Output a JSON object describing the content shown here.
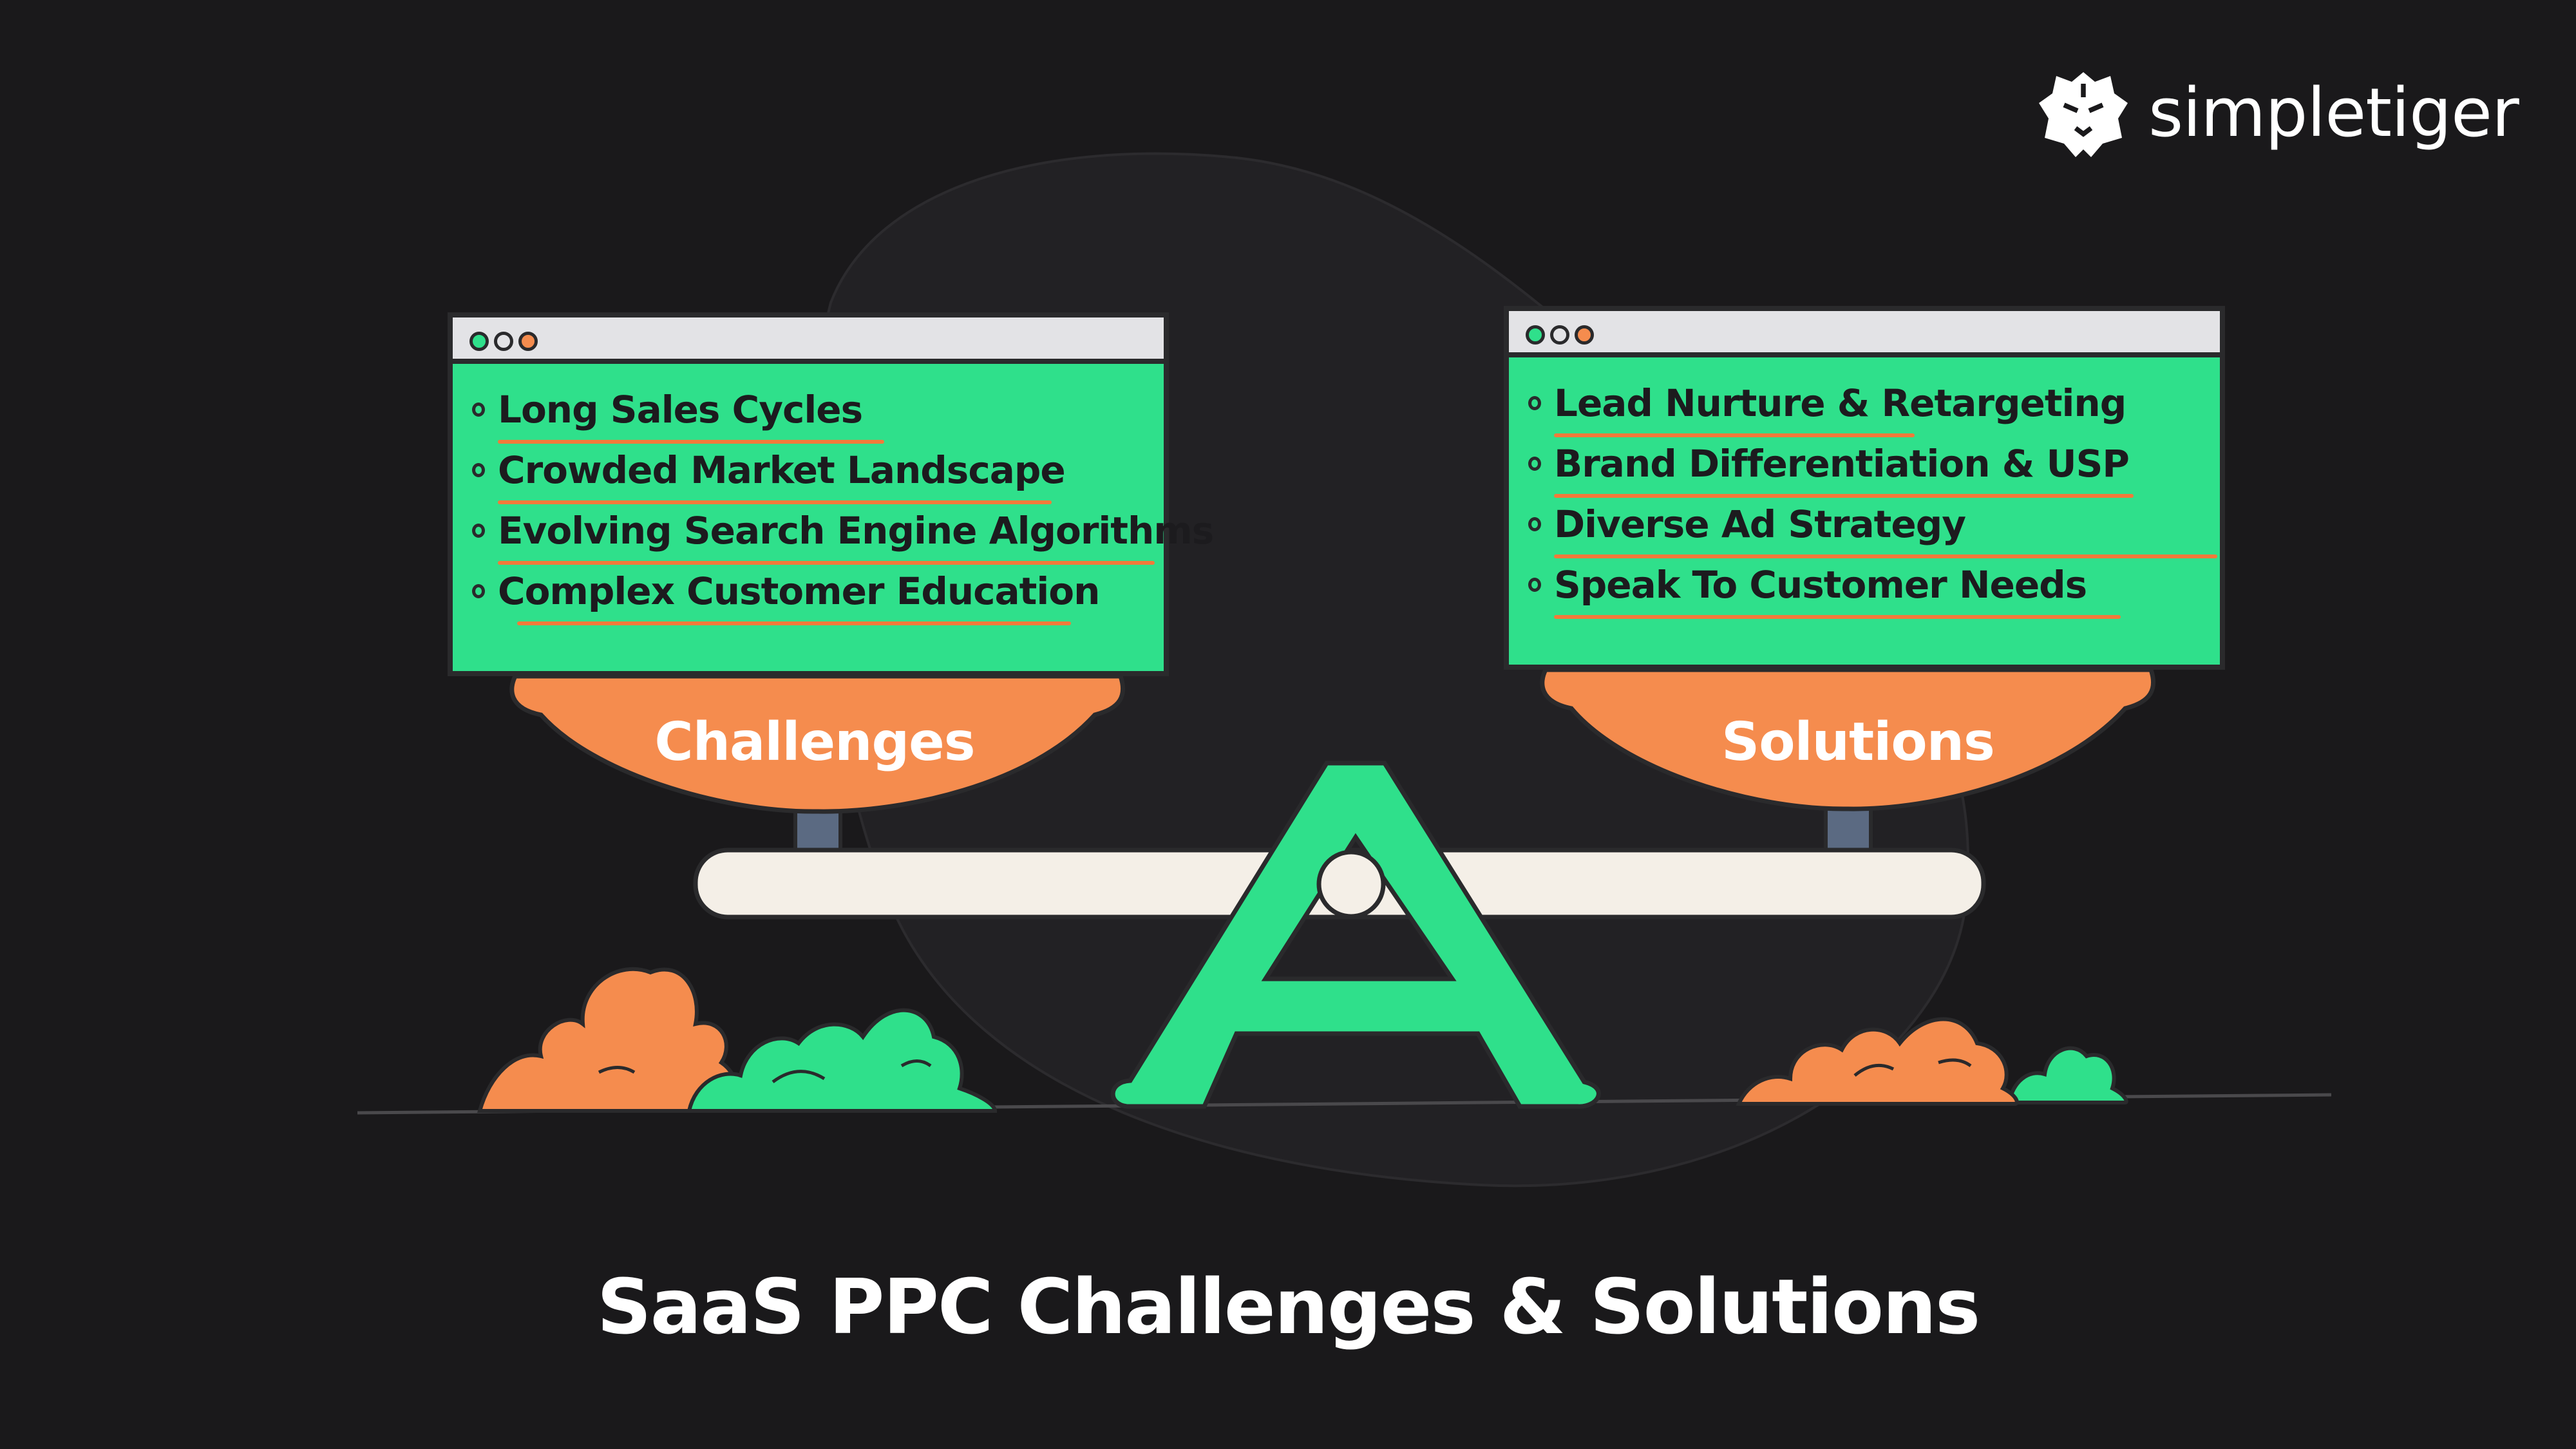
{
  "brand": {
    "name": "simpletiger",
    "logo_icon": "tiger-head-icon"
  },
  "colors": {
    "background": "#1a191b",
    "accent_green": "#2fe08b",
    "accent_orange": "#f58c4e",
    "underline_orange": "#f27a3a",
    "outline": "#2a2a2c"
  },
  "left_panel": {
    "label": "Challenges",
    "items": [
      "Long Sales Cycles",
      "Crowded Market Landscape",
      "Evolving Search Engine Algorithms",
      "Complex Customer Education"
    ]
  },
  "right_panel": {
    "label": "Solutions",
    "items": [
      "Lead Nurture & Retargeting",
      "Brand Differentiation & USP",
      "Diverse Ad Strategy",
      "Speak To Customer Needs"
    ]
  },
  "title": "SaaS PPC Challenges & Solutions"
}
